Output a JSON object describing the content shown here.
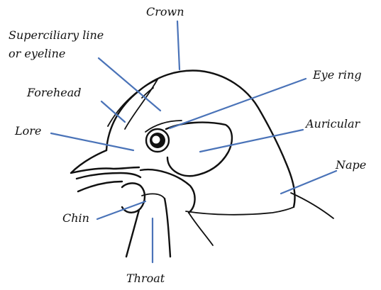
{
  "diagram": {
    "labels": {
      "crown": "Crown",
      "superciliary_line_1": "Superciliary line",
      "superciliary_line_2": "or eyeline",
      "eye_ring": "Eye ring",
      "forehead": "Forehead",
      "auricular": "Auricular",
      "lore": "Lore",
      "nape": "Nape",
      "chin": "Chin",
      "throat": "Throat"
    },
    "colors": {
      "leader_lines": "#4a73b8",
      "drawing_ink": "#111111",
      "background": "#ffffff"
    }
  }
}
